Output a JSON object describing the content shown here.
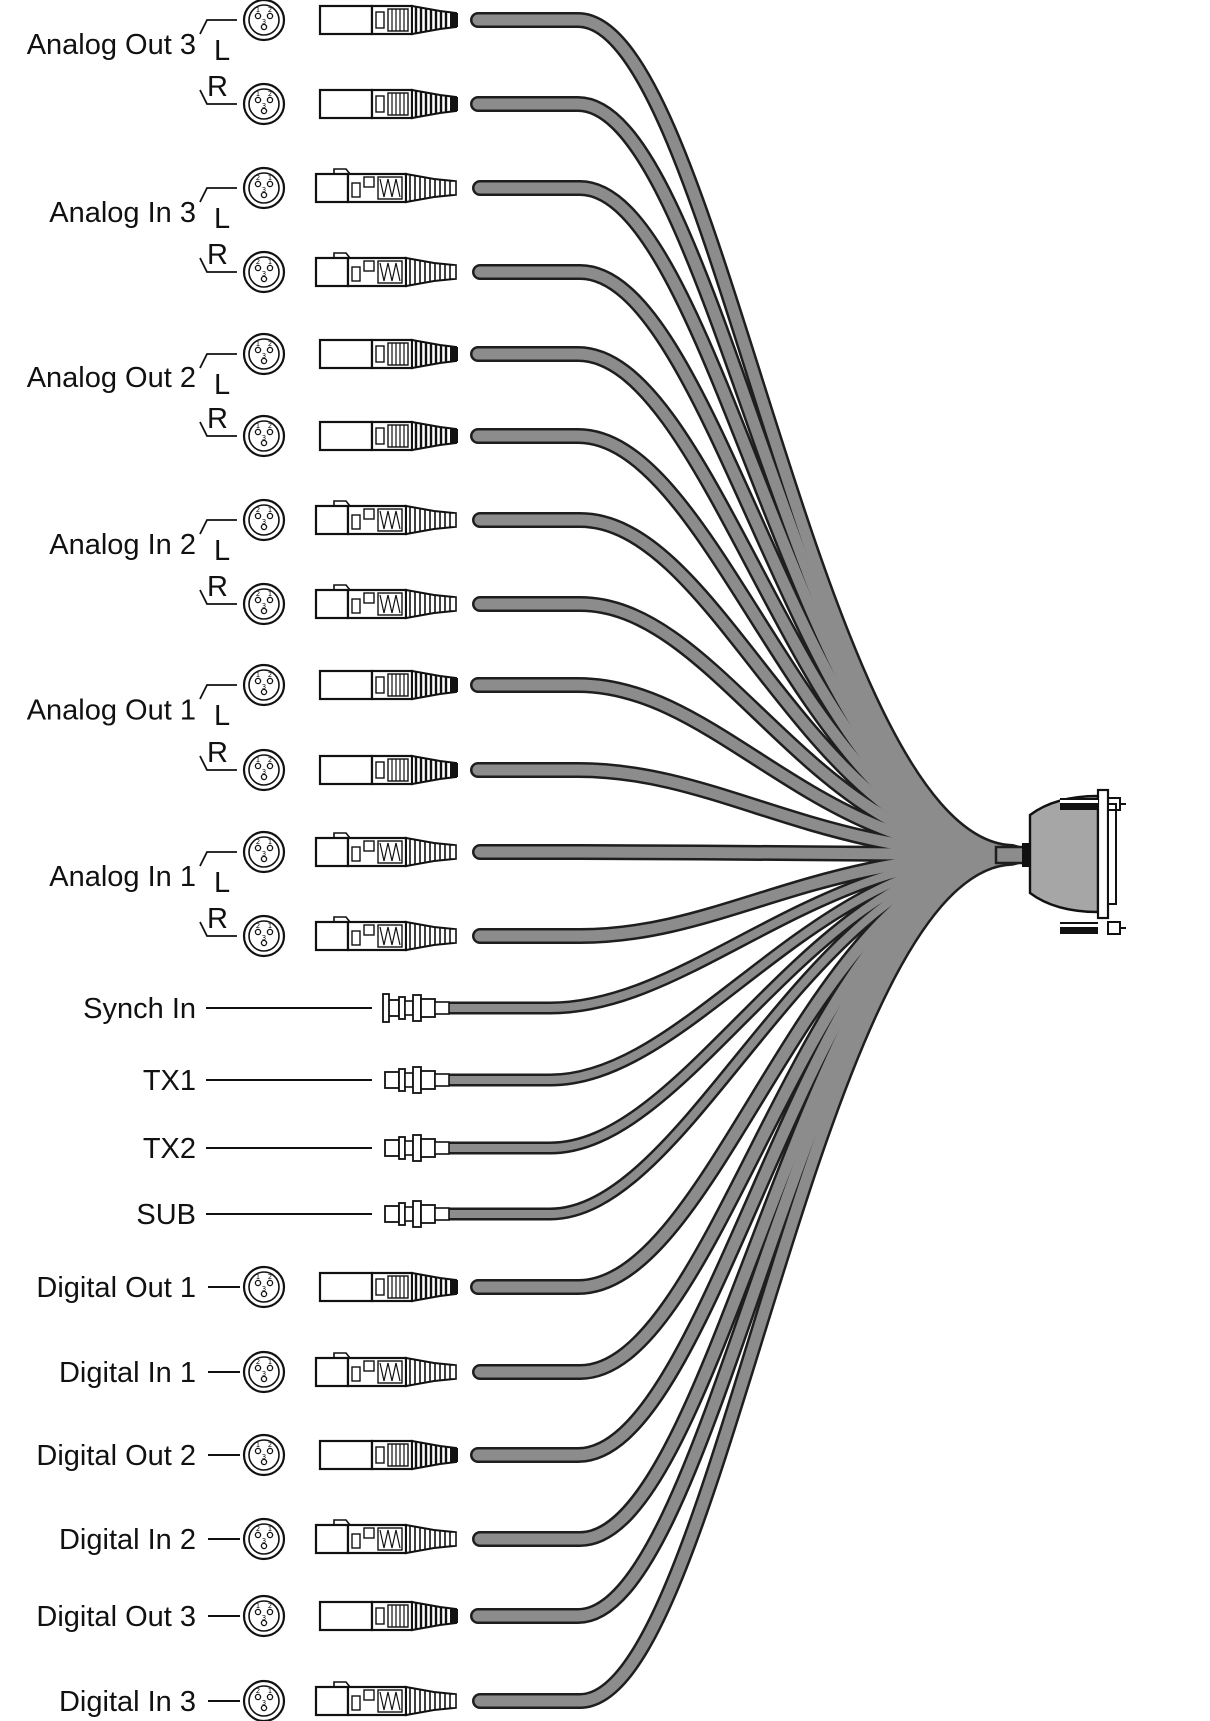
{
  "groups": [
    {
      "label": "Analog Out 3",
      "left": "L",
      "right": "R"
    },
    {
      "label": "Analog In 3",
      "left": "L",
      "right": "R"
    },
    {
      "label": "Analog Out 2",
      "left": "L",
      "right": "R"
    },
    {
      "label": "Analog In 2",
      "left": "L",
      "right": "R"
    },
    {
      "label": "Analog Out 1",
      "left": "L",
      "right": "R"
    },
    {
      "label": "Analog In 1",
      "left": "L",
      "right": "R"
    }
  ],
  "bnc_lines": [
    {
      "label": "Synch In"
    },
    {
      "label": "TX1"
    },
    {
      "label": "TX2"
    },
    {
      "label": "SUB"
    }
  ],
  "digital_lines": [
    {
      "label": "Digital Out 1"
    },
    {
      "label": "Digital In 1"
    },
    {
      "label": "Digital Out 2"
    },
    {
      "label": "Digital In 2"
    },
    {
      "label": "Digital Out 3"
    },
    {
      "label": "Digital In 3"
    }
  ],
  "pin_numbers": {
    "pin1": "1",
    "pin2": "2",
    "pin3": "3"
  },
  "colors": {
    "cable": "#8c8c8c",
    "cable_outline": "#2a2a2a",
    "line": "#111111",
    "connector_fill": "#ffffff",
    "shell": "#a6a6a6"
  }
}
